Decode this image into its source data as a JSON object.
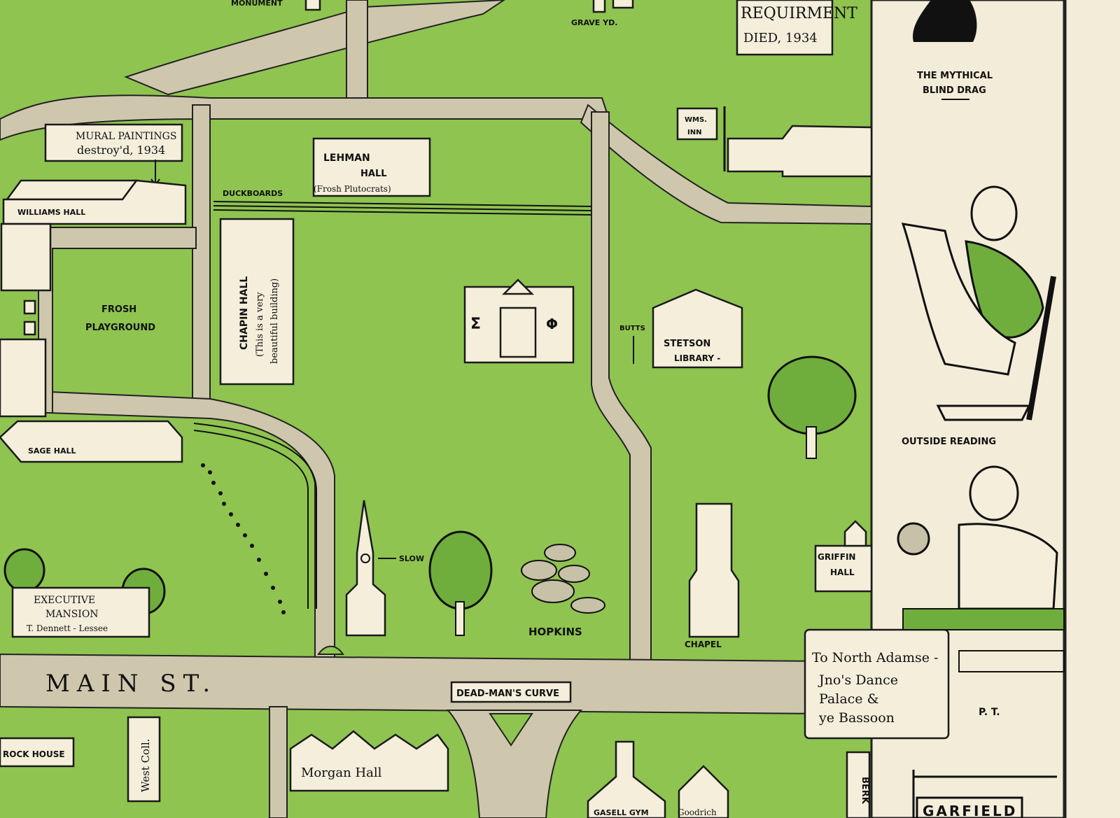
{
  "colors": {
    "lawn": "#8fc450",
    "road": "#cfc7ad",
    "paper": "#f3ecd8",
    "ink": "#111111",
    "accent_green": "#6fae3d"
  },
  "labels": {
    "monument": "MONUMENT",
    "grave_yd": "GRAVE YD.",
    "requirement_line1": "REQUIRMENT",
    "requirement_line2": "DIED, 1934",
    "mural_line1": "MURAL PAINTINGS",
    "mural_line2": "destroy'd, 1934",
    "williams_hall": "WILLIAMS HALL",
    "lehman_line1": "LEHMAN",
    "lehman_line2": "HALL",
    "lehman_line3": "(Frosh Plutocrats)",
    "duckboards": "DUCKBOARDS",
    "wms_inn_line1": "WMS.",
    "wms_inn_line2": "INN",
    "frosh_line1": "FROSH",
    "frosh_line2": "PLAYGROUND",
    "chapin_line1": "CHAPIN HALL",
    "chapin_line2": "(This is a very",
    "chapin_line3": "beautiful building)",
    "sigma": "Σ",
    "phi": "Φ",
    "butts": "BUTTS",
    "stetson_line1": "STETSON",
    "stetson_line2": "LIBRARY -",
    "sage_hall": "SAGE HALL",
    "slow": "SLOW",
    "executive_line1": "EXECUTIVE",
    "executive_line2": "MANSION",
    "executive_line3": "T. Dennett - Lessee",
    "hopkins": "HOPKINS",
    "chapel": "CHAPEL",
    "griffin_line1": "GRIFFIN",
    "griffin_line2": "HALL",
    "main_st": "MAIN   ST.",
    "dead_mans_curve": "DEAD-MAN'S CURVE",
    "north_adams_line1": "To North Adamse -",
    "north_adams_line2": "Jno's Dance",
    "north_adams_line3": "Palace &",
    "north_adams_line4": "ye Bassoon",
    "rock_house": "ROCK HOUSE",
    "west_coll": "West Coll.",
    "morgan_hall": "Morgan Hall",
    "gasell_gym": "GASELL GYM",
    "goodrich": "Goodrich",
    "berk": "BERK",
    "garfield": "GARFIELD",
    "mythical_line1": "THE MYTHICAL",
    "mythical_line2": "BLIND DRAG",
    "outside_reading": "OUTSIDE READING",
    "pt": "P. T."
  }
}
